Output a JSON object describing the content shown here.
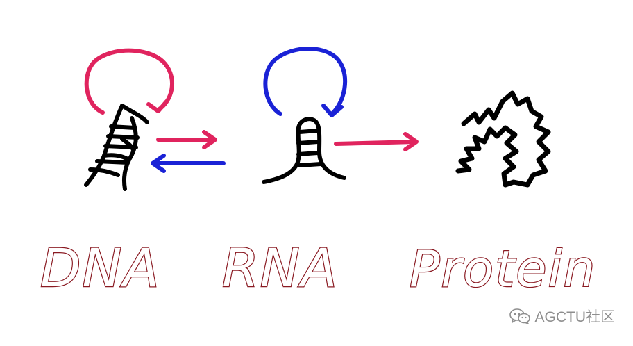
{
  "labels": {
    "dna": "DNA",
    "rna": "RNA",
    "protein": "Protein"
  },
  "watermark": {
    "text": "AGCTU社区",
    "icon": "wechat-icon"
  },
  "colors": {
    "red_arrow": "#e0245e",
    "blue_arrow": "#1a22d6",
    "ink": "#000000",
    "label_outline": "#8a1a22",
    "watermark": "#8e8e8e"
  },
  "icons": {
    "dna": "dna-helix-icon",
    "rna": "rna-hairpin-icon",
    "protein": "folded-protein-icon"
  },
  "arrows": [
    {
      "name": "dna-replication-arrow",
      "color": "red",
      "from": "DNA",
      "to": "DNA"
    },
    {
      "name": "transcription-arrow",
      "color": "red",
      "from": "DNA",
      "to": "RNA"
    },
    {
      "name": "reverse-transcription-arrow",
      "color": "blue",
      "from": "RNA",
      "to": "DNA"
    },
    {
      "name": "rna-replication-arrow",
      "color": "blue",
      "from": "RNA",
      "to": "RNA"
    },
    {
      "name": "translation-arrow",
      "color": "red",
      "from": "RNA",
      "to": "Protein"
    }
  ]
}
